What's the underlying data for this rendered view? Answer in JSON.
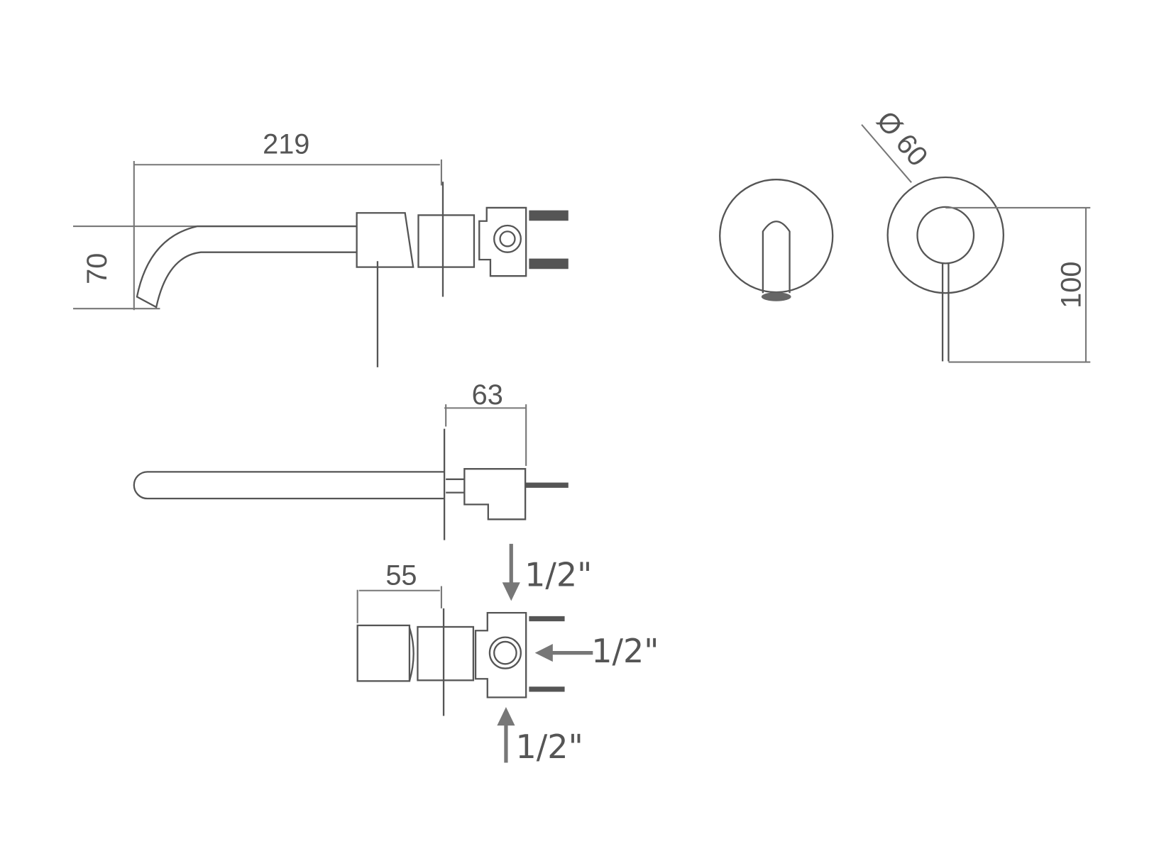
{
  "dimensions": {
    "spout_length": "219",
    "spout_height": "70",
    "plate_diameter": "Ø 60",
    "lever_height": "100",
    "top_depth": "63",
    "body_depth": "55"
  },
  "connections": {
    "top_inlet": "1/2\"",
    "side_inlet": "1/2\"",
    "bottom_inlet": "1/2\""
  },
  "colors": {
    "line": "#555555",
    "dimension": "#777777"
  }
}
